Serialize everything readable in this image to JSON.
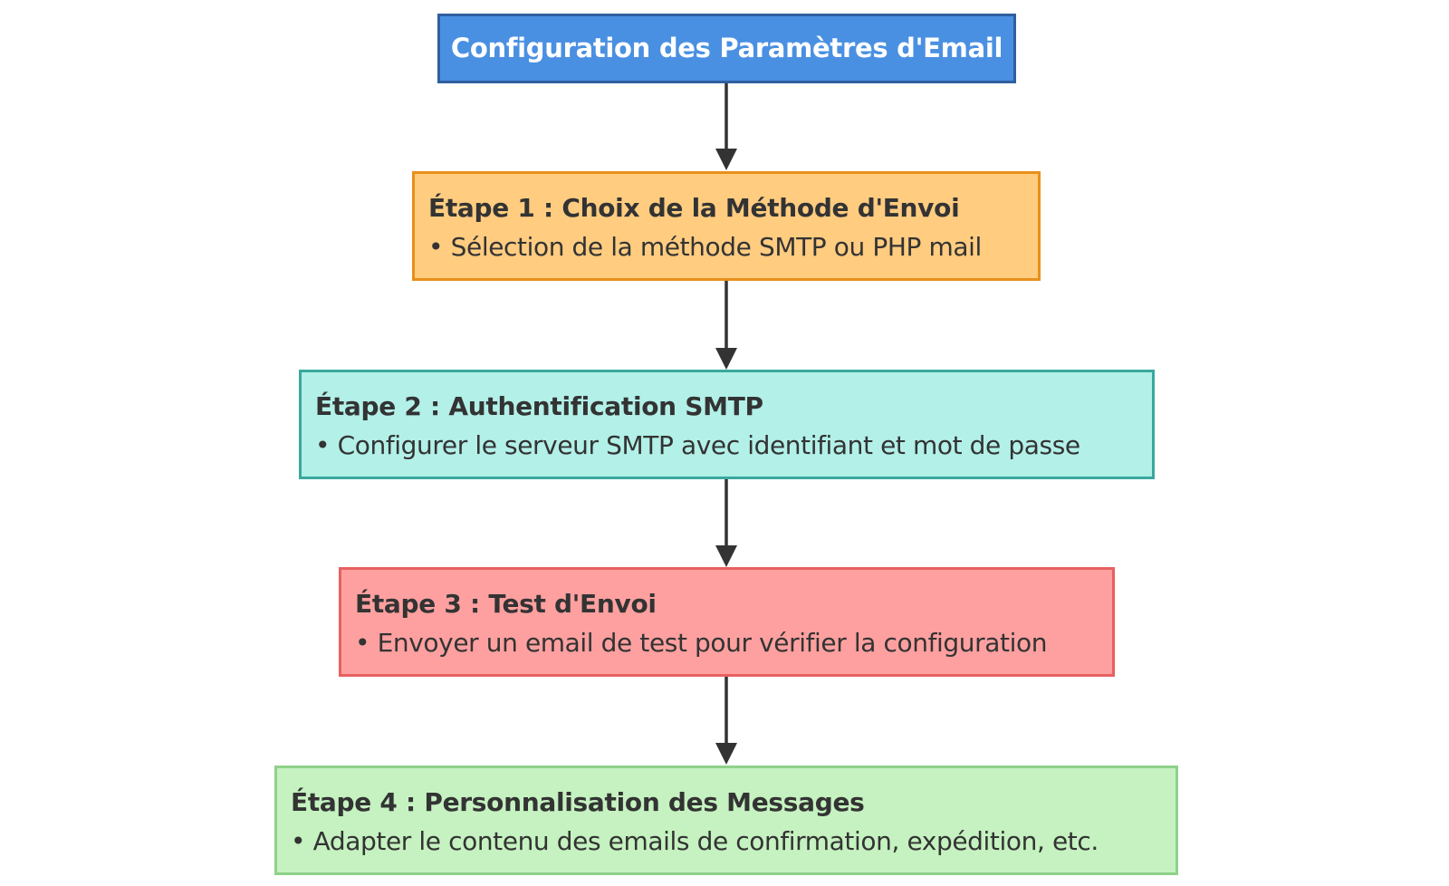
{
  "diagram": {
    "title": "Configuration des Paramètres d'Email",
    "steps": [
      {
        "heading": "Étape 1 : Choix de la Méthode d'Envoi",
        "detail": "• Sélection de la méthode SMTP ou PHP mail"
      },
      {
        "heading": "Étape 2 : Authentification SMTP",
        "detail": "• Configurer le serveur SMTP avec identifiant et mot de passe"
      },
      {
        "heading": "Étape 3 : Test d'Envoi",
        "detail": "• Envoyer un email de test pour vérifier la configuration"
      },
      {
        "heading": "Étape 4 : Personnalisation des Messages",
        "detail": "• Adapter le contenu des emails de confirmation, expédition, etc."
      }
    ]
  },
  "colors": {
    "title_fill": "#4a90e2",
    "title_border": "#2f5f9f",
    "step1_fill": "#ffcc80",
    "step1_border": "#e8901a",
    "step2_fill": "#b2f0e8",
    "step2_border": "#3aa89e",
    "step3_fill": "#ffa0a0",
    "step3_border": "#e86060",
    "step4_fill": "#c5f2c0",
    "step4_border": "#8fd18a",
    "arrow": "#333333"
  }
}
